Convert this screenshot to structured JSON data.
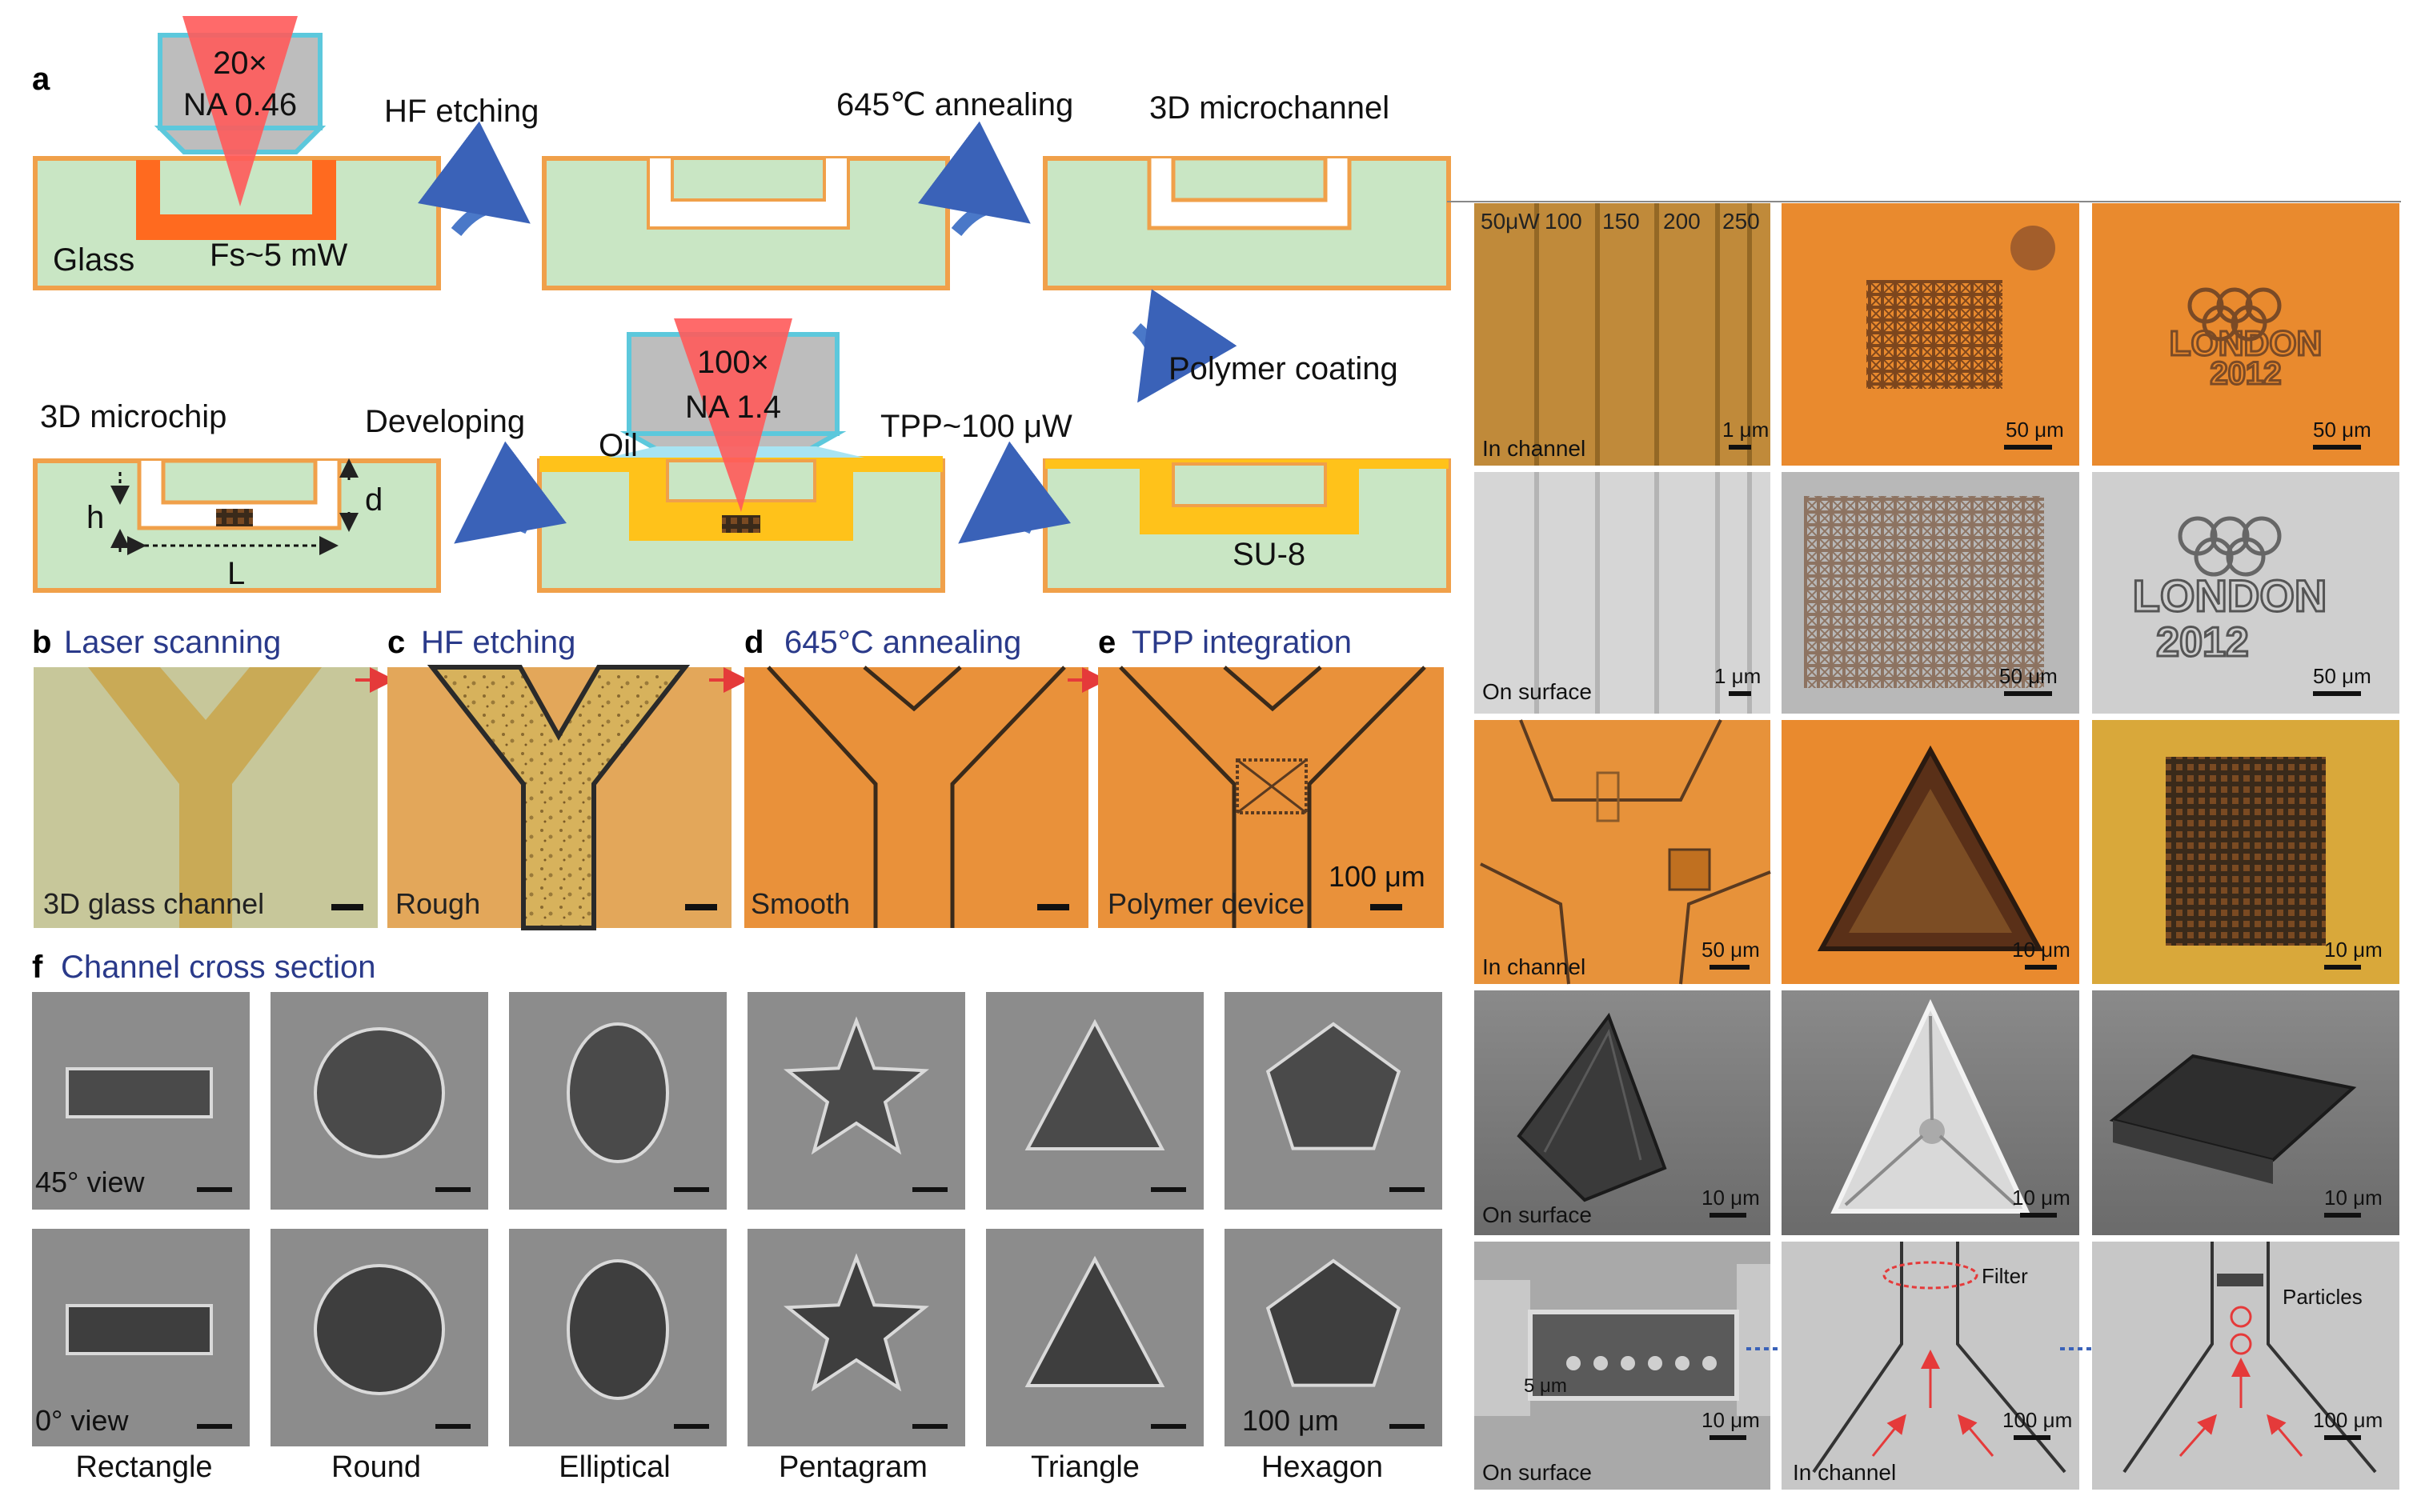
{
  "panel_a": {
    "letter": "a",
    "obj1_line1": "20×",
    "obj1_line2": "NA 0.46",
    "glass": "Glass",
    "fs": "Fs~5 mW",
    "hf": "HF etching",
    "anneal": "645℃ annealing",
    "microchannel": "3D microchannel",
    "polymer_coating": "Polymer coating",
    "obj2_line1": "100×",
    "obj2_line2": "NA 1.4",
    "oil": "Oil",
    "tpp": "TPP~100 μW",
    "developing": "Developing",
    "microchip": "3D microchip",
    "su8": "SU-8",
    "h": "h",
    "d": "d",
    "L": "L"
  },
  "row_b": [
    {
      "letter": "b",
      "title": "Laser scanning",
      "caption": "3D glass channel"
    },
    {
      "letter": "c",
      "title": "HF etching",
      "caption": "Rough"
    },
    {
      "letter": "d",
      "title": "645°C annealing",
      "caption": "Smooth"
    },
    {
      "letter": "e",
      "title": "TPP integration",
      "caption": "Polymer device",
      "scale": "100 μm"
    }
  ],
  "panel_f": {
    "letter": "f",
    "title": "Channel cross section",
    "view45": "45° view",
    "view0": "0° view",
    "scale": "100 μm",
    "shapes": [
      "Rectangle",
      "Round",
      "Elliptical",
      "Pentagram",
      "Triangle",
      "Hexagon"
    ]
  },
  "grid": {
    "laser_labels": [
      "50μW",
      "100",
      "150",
      "200",
      "250"
    ],
    "rows": [
      [
        {
          "label": "In channel",
          "scale": "1 μm"
        },
        {
          "label": "",
          "scale": "50 μm"
        },
        {
          "label": "",
          "scale": "50 μm",
          "text1": "LONDON",
          "text2": "2012"
        }
      ],
      [
        {
          "label": "On surface",
          "scale": "1 μm"
        },
        {
          "label": "",
          "scale": "50 μm"
        },
        {
          "label": "",
          "scale": "50 μm",
          "text1": "LONDON",
          "text2": "2012"
        }
      ],
      [
        {
          "label": "In channel",
          "scale": "50 μm"
        },
        {
          "label": "",
          "scale": "10 μm"
        },
        {
          "label": "",
          "scale": "10 μm"
        }
      ],
      [
        {
          "label": "On surface",
          "scale": "10 μm"
        },
        {
          "label": "",
          "scale": "10 μm"
        },
        {
          "label": "",
          "scale": "10 μm"
        }
      ],
      [
        {
          "label": "On surface",
          "scale": "10 μm",
          "extra": "5 μm"
        },
        {
          "label": "In channel",
          "scale": "100 μm",
          "extra": "Filter"
        },
        {
          "label": "",
          "scale": "100 μm",
          "extra": "Particles"
        }
      ]
    ]
  }
}
